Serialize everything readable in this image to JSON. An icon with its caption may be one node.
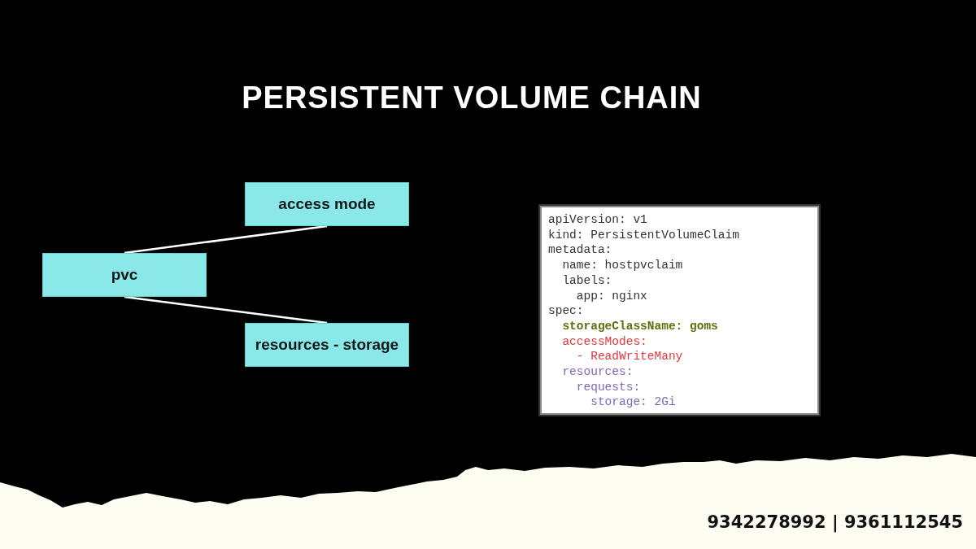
{
  "diagram": {
    "title": "PERSISTENT VOLUME CHAIN",
    "nodes": [
      {
        "text": [
          "pvc"
        ]
      },
      {
        "text": [
          "access mode"
        ]
      },
      {
        "text": [
          "resources - storage"
        ]
      },
      {
        "text": [
          "apiVersion: v1",
          "kind: PersistentVolumeClaim",
          "metadata:",
          "name: hostpvclaim",
          "labels:",
          "app: nginx",
          "spec:",
          "storageClassName: goms",
          "accessModes:",
          "- ReadWriteMany",
          "resources:",
          "requests:",
          "storage: 2Gi"
        ]
      }
    ],
    "edges": [
      {
        "from": 0,
        "to": 1,
        "arrow": "none"
      },
      {
        "from": 0,
        "to": 2,
        "arrow": "none"
      }
    ],
    "labels": [
      "9342278992 | 9361112545"
    ]
  }
}
